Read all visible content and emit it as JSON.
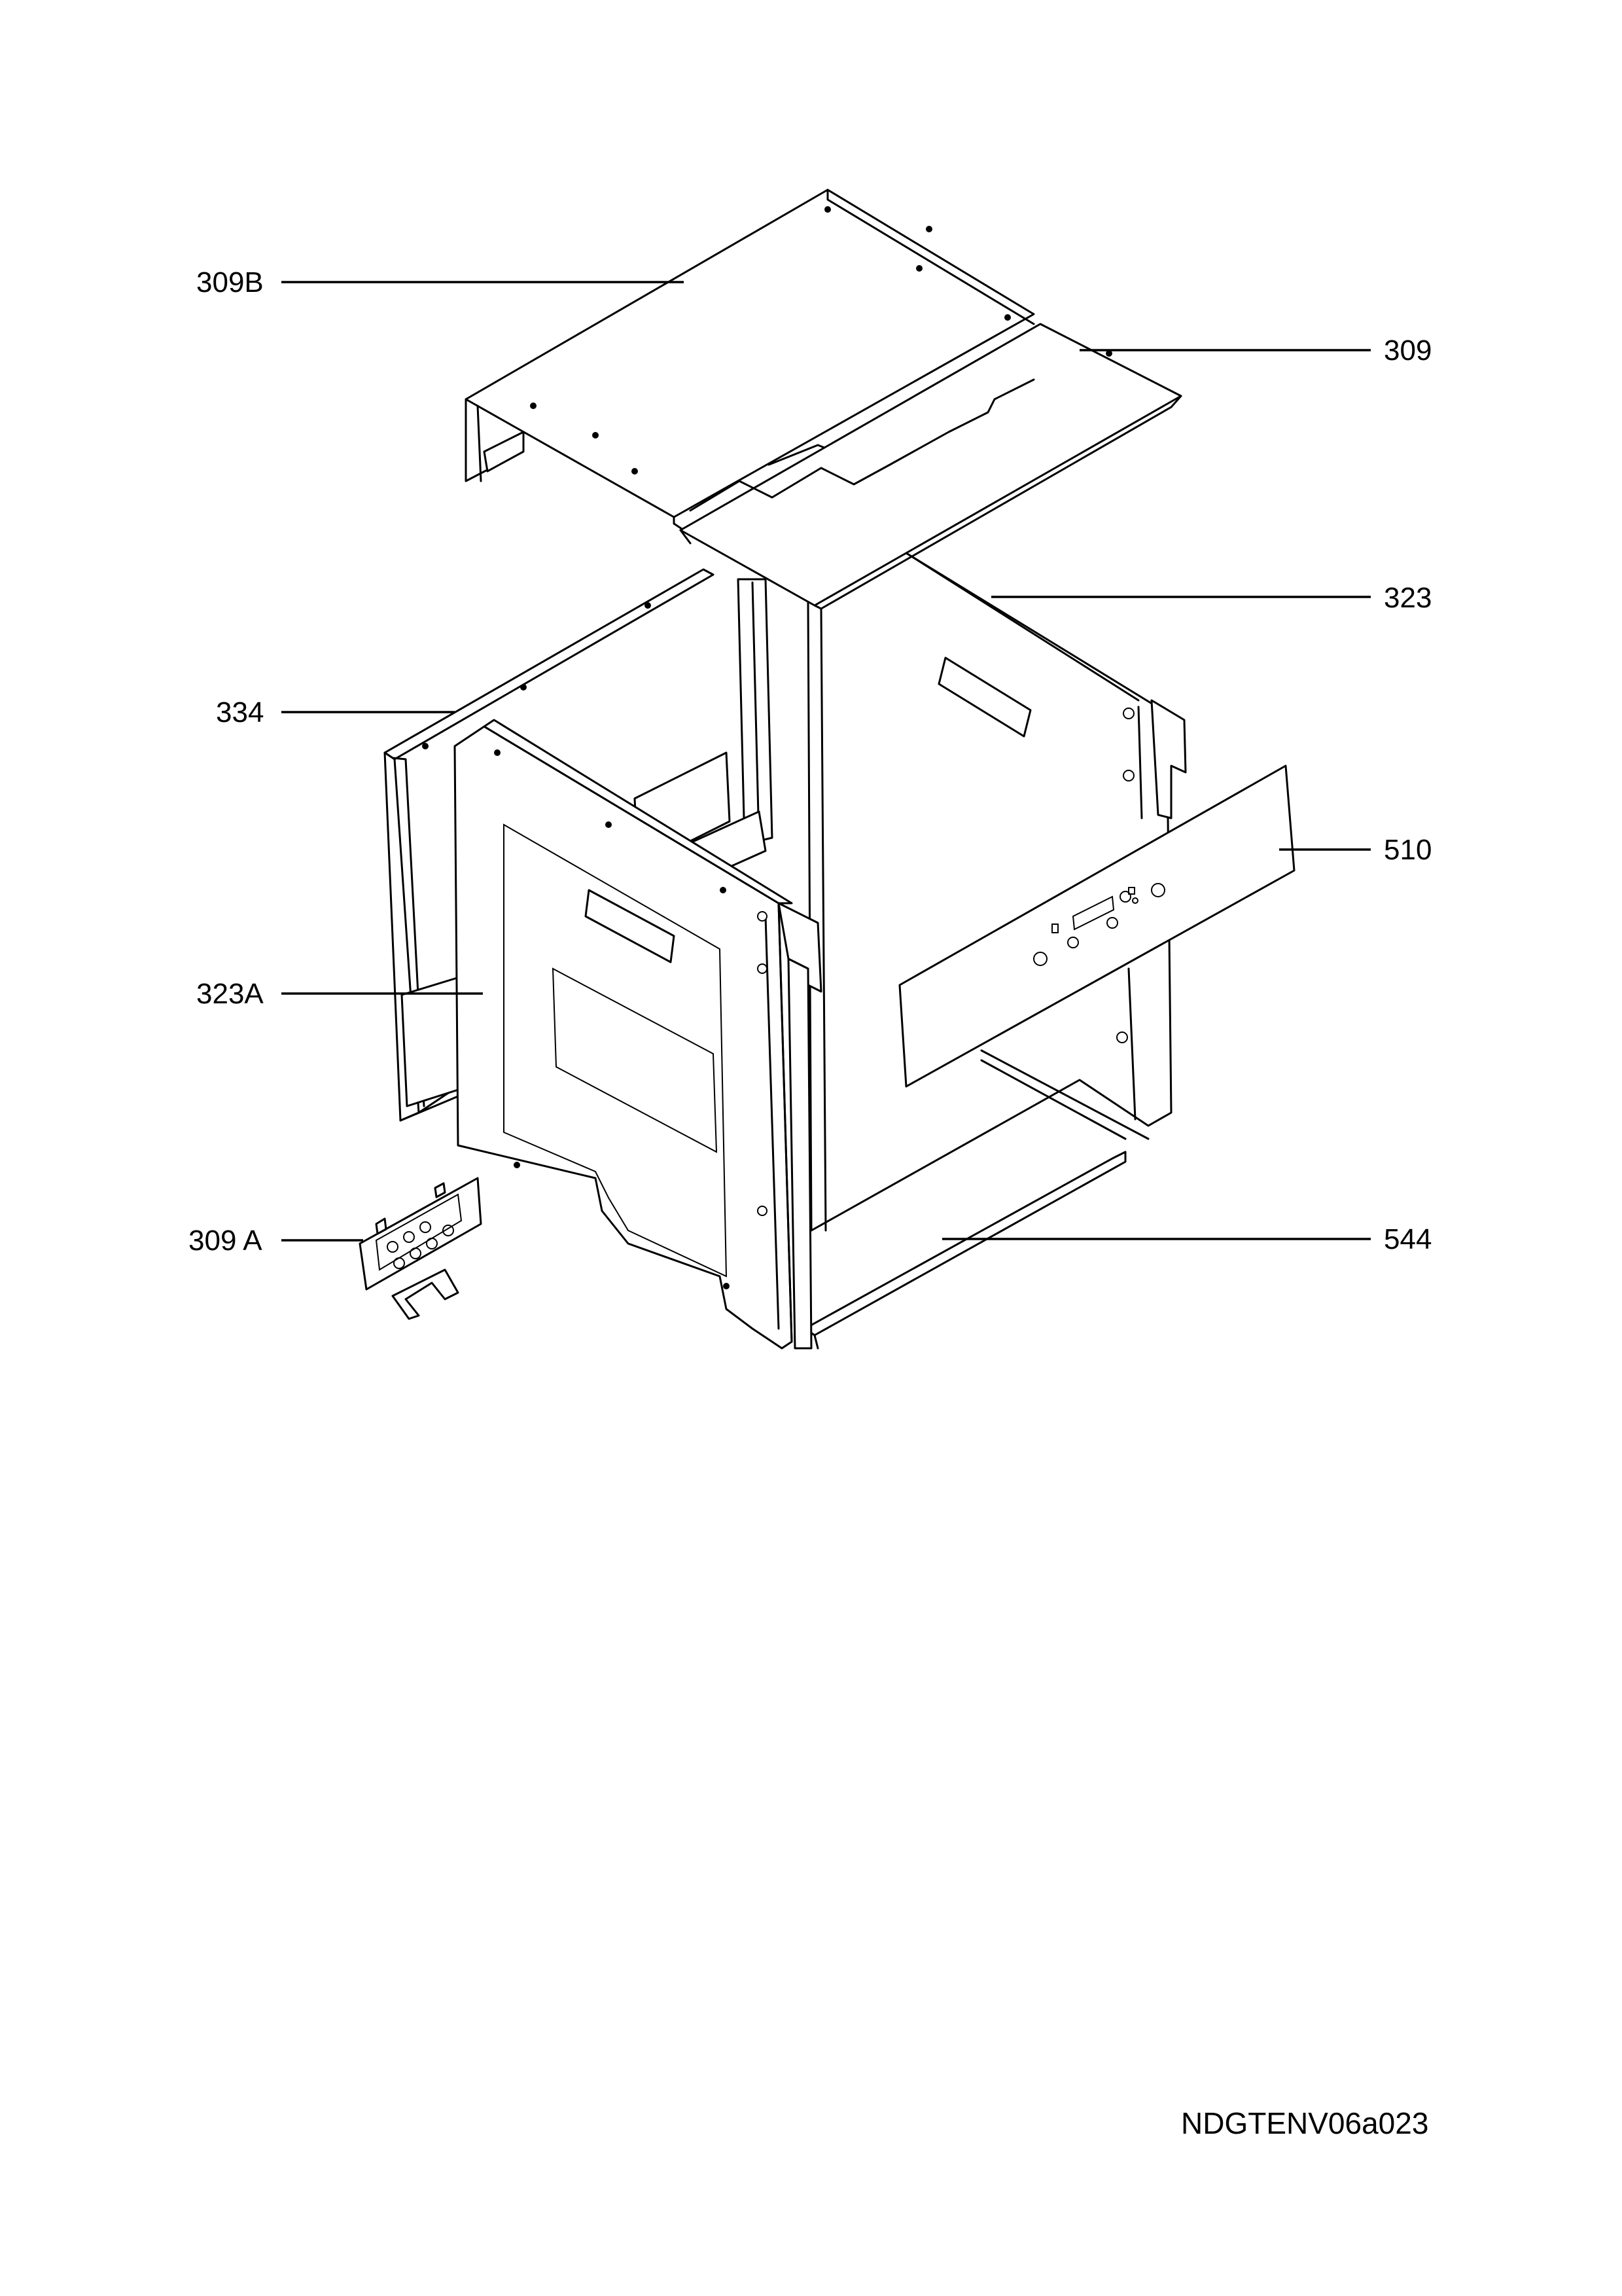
{
  "drawing_code": "NDGTENV06a023",
  "callouts": [
    {
      "id": "309B",
      "label": "309B"
    },
    {
      "id": "309",
      "label": "309"
    },
    {
      "id": "323",
      "label": "323"
    },
    {
      "id": "334",
      "label": "334"
    },
    {
      "id": "510",
      "label": "510"
    },
    {
      "id": "323A",
      "label": "323A"
    },
    {
      "id": "309A",
      "label": "309 A"
    },
    {
      "id": "544",
      "label": "544"
    }
  ]
}
